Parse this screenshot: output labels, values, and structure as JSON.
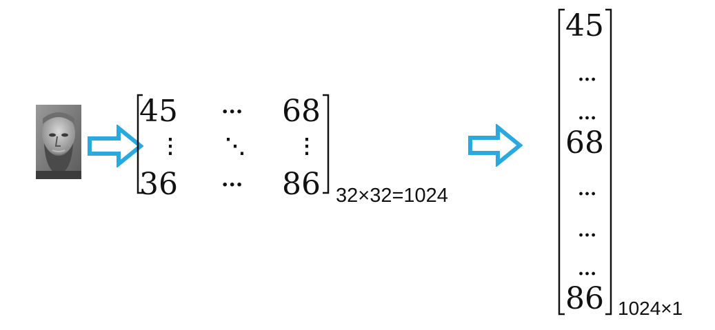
{
  "matrix": {
    "top_left": "45",
    "top_mid": "···",
    "top_right": "68",
    "mid_left": "⋮",
    "mid_mid": "⋱",
    "mid_right": "⋮",
    "bottom_left": "36",
    "bottom_mid": "···",
    "bottom_right": "86",
    "size_label": "32×32=1024"
  },
  "vector": {
    "entries": [
      "45",
      "...",
      "...",
      "68",
      "...",
      "...",
      "...",
      "86"
    ],
    "size_label": "1024×1"
  },
  "colors": {
    "arrow_stroke": "#2ba9df",
    "arrow_fill": "#ffffff",
    "text": "#111111"
  },
  "icons": {
    "photo": "face-photo",
    "arrow": "hollow-right-arrow-icon"
  }
}
